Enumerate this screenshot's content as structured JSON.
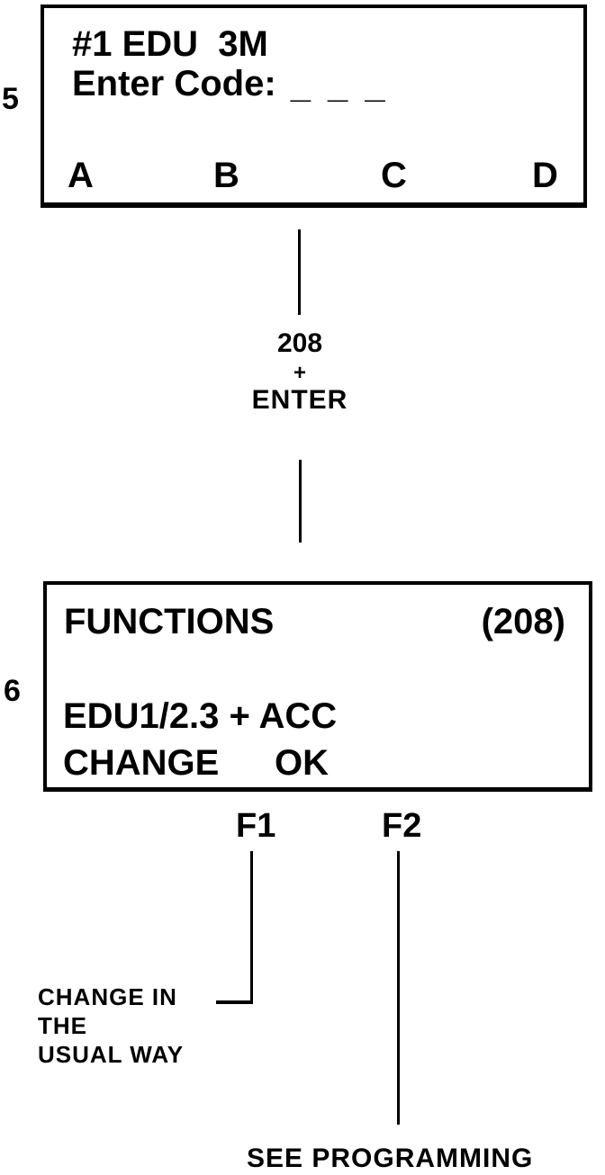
{
  "colors": {
    "ink": "#000000",
    "paper": "#ffffff"
  },
  "screen5": {
    "step": "5",
    "line1": "#1 EDU  3M",
    "line2_label": "Enter Code:",
    "code_entry": "_ _ _",
    "softkeys": [
      "A",
      "B",
      "C",
      "D"
    ]
  },
  "connector": {
    "value": "208",
    "plus": "+",
    "key": "ENTER"
  },
  "screen6": {
    "step": "6",
    "title": "FUNCTIONS",
    "code_ref": "(208)",
    "body": "EDU1/2.3 + ACC",
    "softkey_left": "CHANGE",
    "softkey_right": "OK"
  },
  "fkeys": {
    "f1": {
      "label": "F1",
      "note": [
        "CHANGE IN",
        "THE",
        "USUAL WAY"
      ]
    },
    "f2": {
      "label": "F2",
      "note": "SEE PROGRAMMING"
    }
  }
}
